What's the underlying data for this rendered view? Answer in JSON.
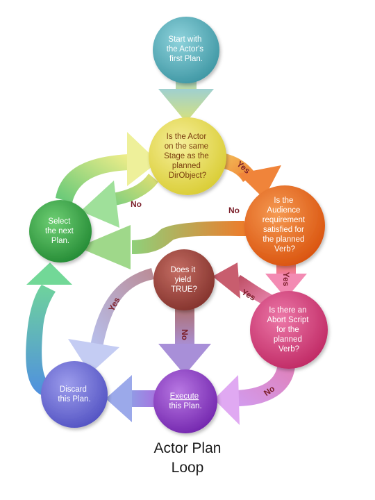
{
  "nodes": {
    "start": {
      "lines": [
        "Start with",
        "the Actor's",
        "first Plan."
      ],
      "color": "#5bb3be"
    },
    "stage_check": {
      "lines": [
        "Is the Actor",
        "on the same",
        "Stage as the",
        "planned",
        "DirObject?"
      ],
      "color": "#e8df5a"
    },
    "audience_check": {
      "lines": [
        "Is the",
        "Audience",
        "requirement",
        "satisfied for",
        "the planned",
        "Verb?"
      ],
      "color": "#ea6a1e"
    },
    "select_next": {
      "lines": [
        "Select",
        "the next",
        "Plan."
      ],
      "color": "#3aa84a"
    },
    "yield_true": {
      "lines": [
        "Does it",
        "yield",
        "TRUE?"
      ],
      "color": "#a0463f"
    },
    "abort_script": {
      "lines": [
        "Is there an",
        "Abort Script",
        "for the",
        "planned",
        "Verb?"
      ],
      "color": "#d43f7d"
    },
    "discard": {
      "lines": [
        "Discard",
        "this Plan."
      ],
      "color": "#6f6fd6"
    },
    "execute": {
      "lines": [
        "Execute",
        "this Plan."
      ],
      "color": "#8e3fc4"
    }
  },
  "edge_labels": {
    "stage_yes": "Yes",
    "stage_no": "No",
    "audience_no": "No",
    "audience_yes": "Yes",
    "abort_yes": "Yes",
    "yield_yes": "Yes",
    "yield_no": "No",
    "abort_no": "No"
  },
  "caption": [
    "Actor Plan",
    "Loop"
  ]
}
